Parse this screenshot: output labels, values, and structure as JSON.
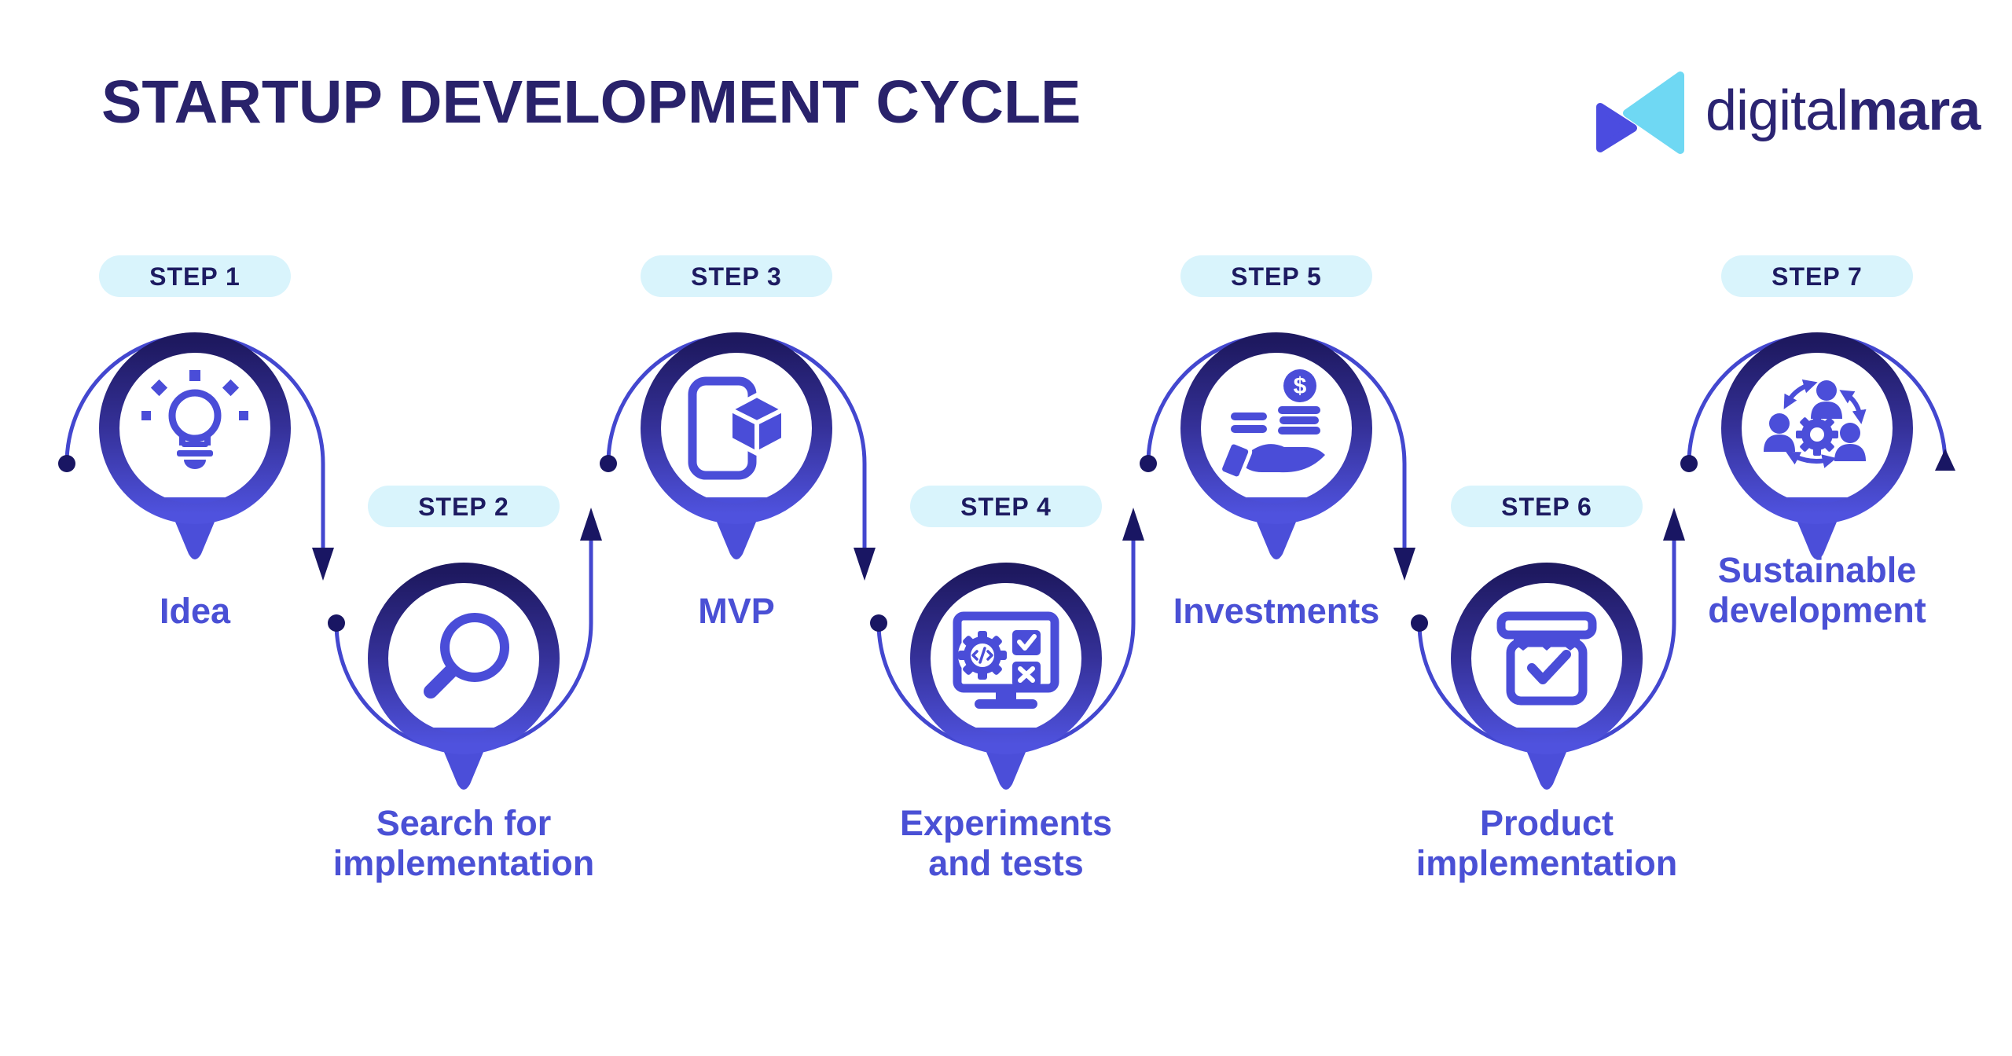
{
  "title": "STARTUP DEVELOPMENT CYCLE",
  "logo": {
    "name": "digitalmara",
    "part_regular": "digital",
    "part_bold": "mara"
  },
  "palette": {
    "navy": "#1d1961",
    "icon_blue": "#4a4dd8",
    "label_blue": "#4a50d5",
    "badge_bg": "#d9f4fc",
    "badge_text": "#1d1b61",
    "arc_blue": "#4347cf",
    "ring_gradient_top": "#1e1960",
    "ring_gradient_bottom": "#4f52de",
    "logo_cyan": "#6fd8f3",
    "logo_indigo": "#4b4ce0"
  },
  "steps": [
    {
      "badge": "STEP 1",
      "label": "Idea",
      "icon": "lightbulb-icon",
      "row": "top"
    },
    {
      "badge": "STEP 2",
      "label": "Search for\nimplementation",
      "icon": "magnifier-icon",
      "row": "bottom"
    },
    {
      "badge": "STEP 3",
      "label": "MVP",
      "icon": "phone-cube-icon",
      "row": "top"
    },
    {
      "badge": "STEP 4",
      "label": "Experiments\nand tests",
      "icon": "monitor-tests-icon",
      "row": "bottom"
    },
    {
      "badge": "STEP 5",
      "label": "Investments",
      "icon": "hand-coins-icon",
      "row": "top"
    },
    {
      "badge": "STEP 6",
      "label": "Product\nimplementation",
      "icon": "product-box-icon",
      "row": "bottom"
    },
    {
      "badge": "STEP 7",
      "label": "Sustainable\ndevelopment",
      "icon": "team-cycle-icon",
      "row": "top"
    }
  ]
}
